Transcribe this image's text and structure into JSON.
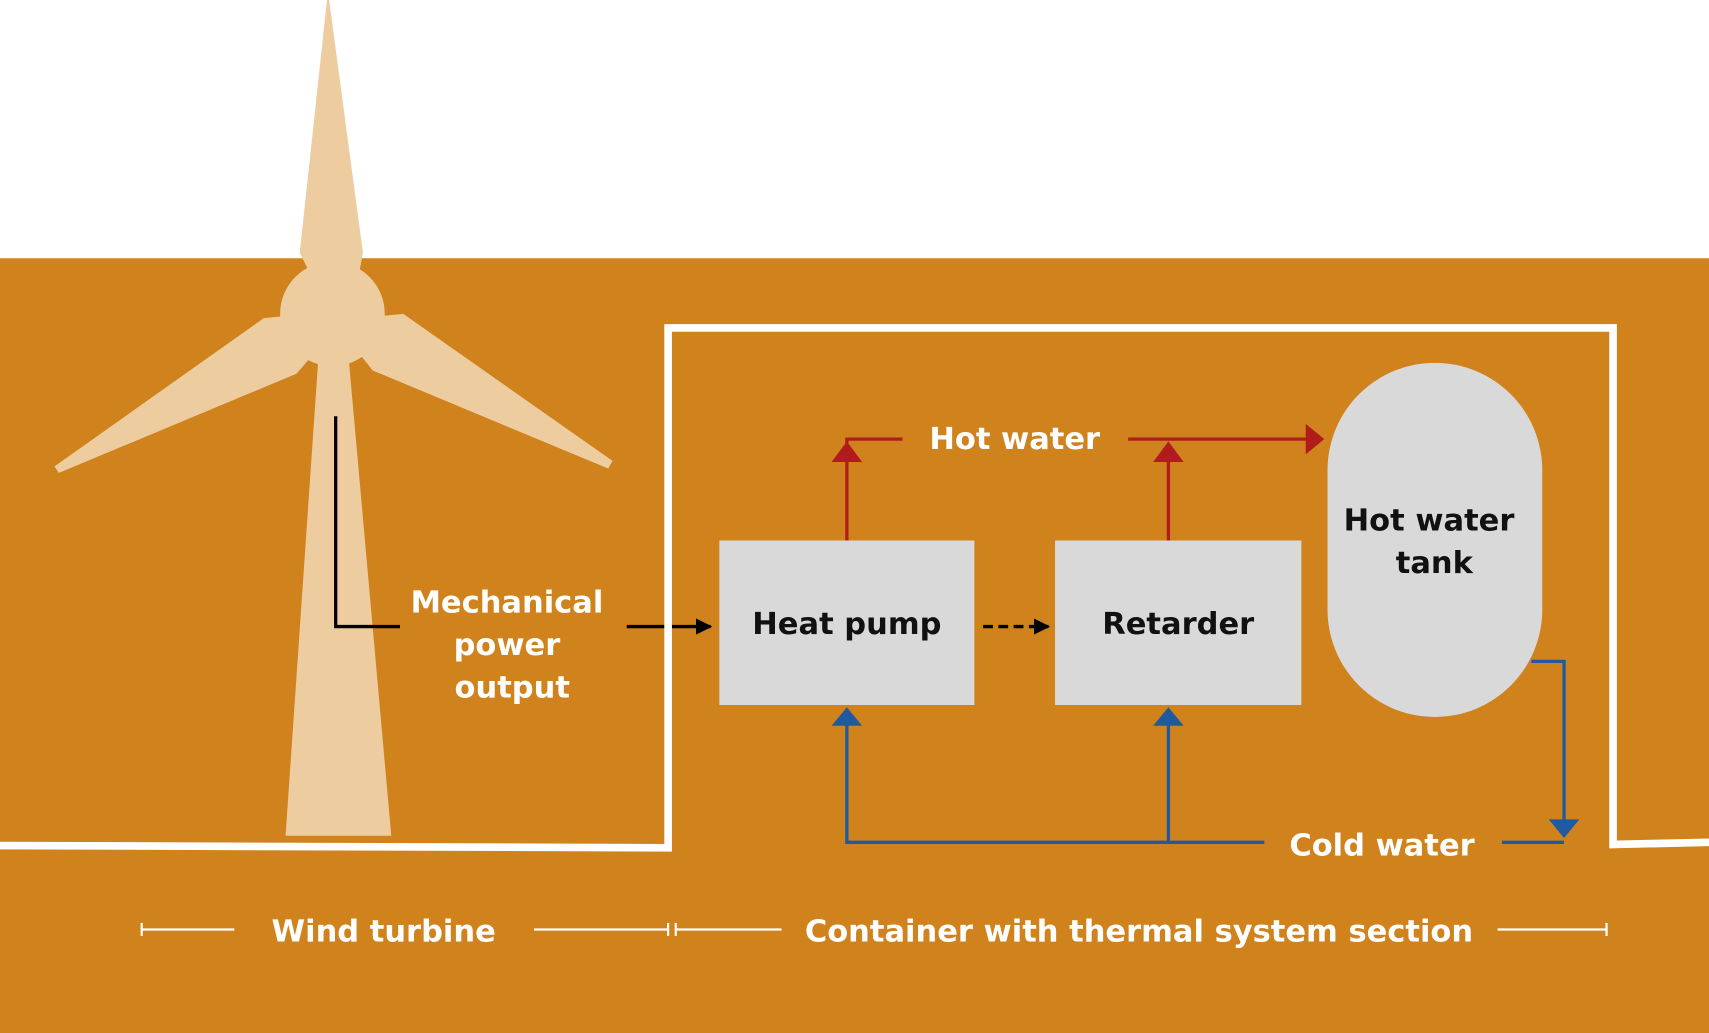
{
  "colors": {
    "background_top": "#ffffff",
    "ground": "#D0821C",
    "turbine": "#EDCDA0",
    "container_border": "#ffffff",
    "component_fill": "#D9D9D9",
    "hot_line": "#B01C1C",
    "cold_line": "#1F5AA0",
    "mechanical_line": "#000000"
  },
  "labels": {
    "mechanical_line1": "Mechanical",
    "mechanical_line2": "power",
    "mechanical_line3": "output",
    "hot_water": "Hot water",
    "cold_water": "Cold water",
    "heat_pump": "Heat pump",
    "retarder": "Retarder",
    "tank_line1": "Hot water",
    "tank_line2": "tank"
  },
  "sections": {
    "wind_turbine": "Wind turbine",
    "container": "Container with thermal system section"
  }
}
